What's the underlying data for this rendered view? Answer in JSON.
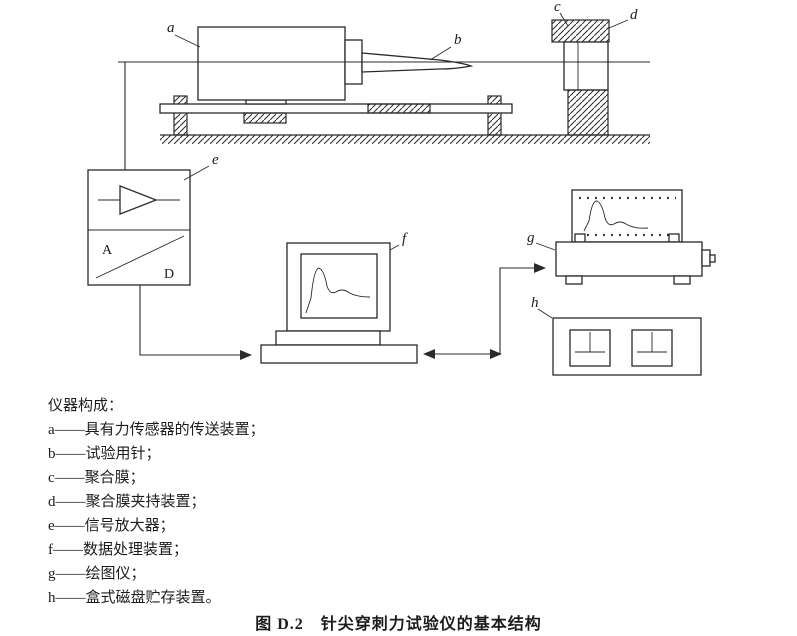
{
  "figure": {
    "legend_title": "仪器构成：",
    "legend": [
      "a——具有力传感器的传送装置；",
      "b——试验用针；",
      "c——聚合膜；",
      "d——聚合膜夹持装置；",
      "e——信号放大器；",
      "f——数据处理装置；",
      "g——绘图仪；",
      "h——盒式磁盘贮存装置。"
    ],
    "caption": "图 D.2　针尖穿刺力试验仪的基本结构"
  },
  "diagram": {
    "labels": {
      "a": "a",
      "b": "b",
      "c": "c",
      "d": "d",
      "e": "e",
      "f": "f",
      "g": "g",
      "h": "h",
      "converter_top": "A",
      "converter_bottom": "D"
    }
  }
}
